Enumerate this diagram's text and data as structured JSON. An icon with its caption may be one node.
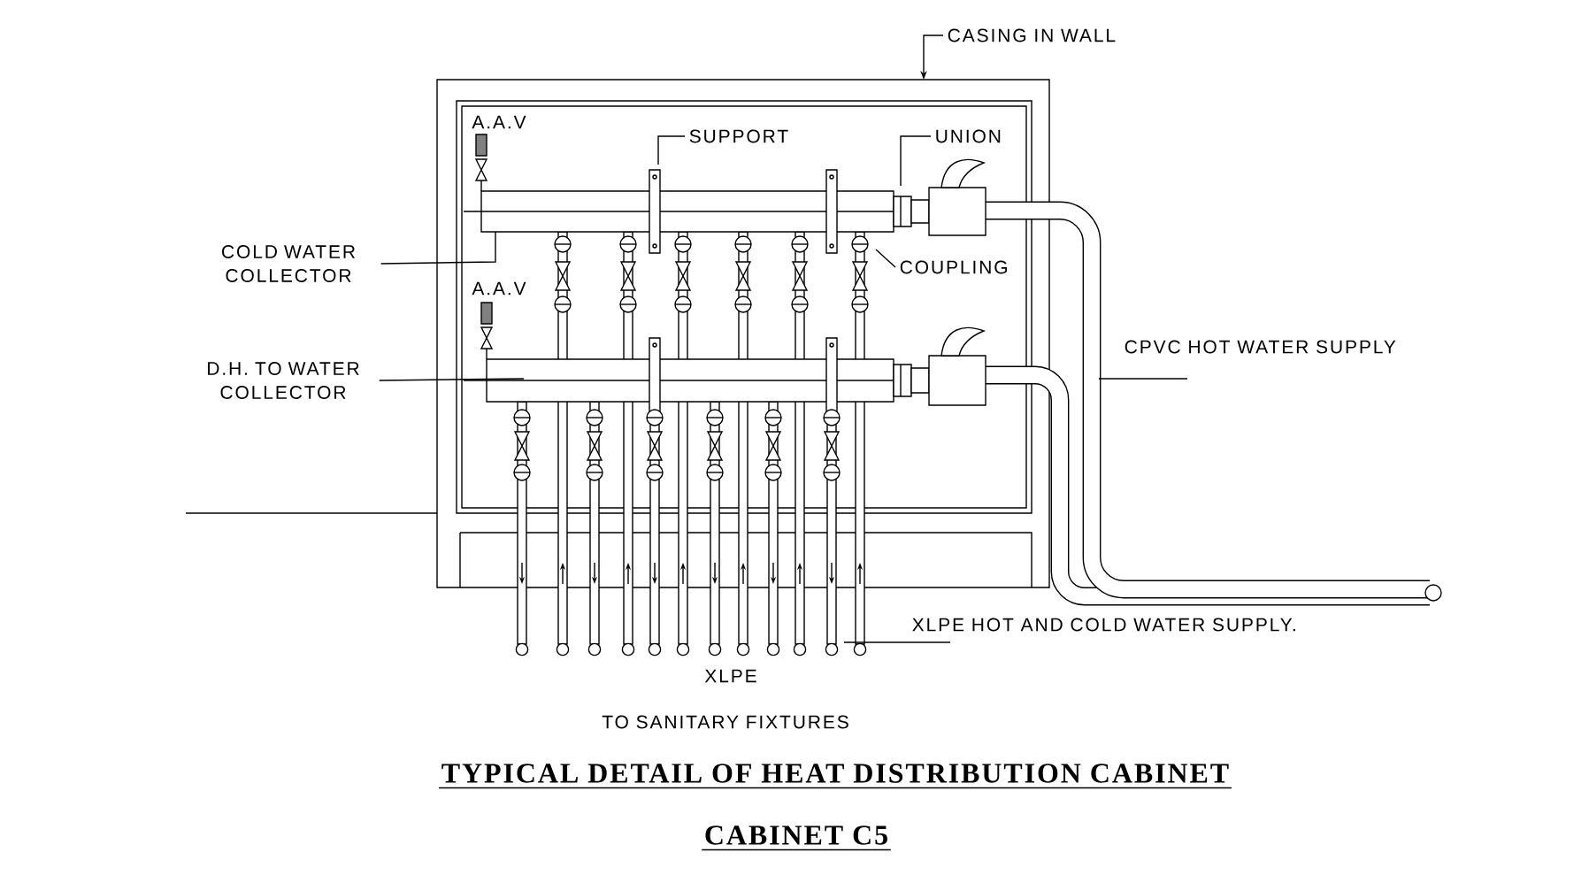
{
  "diagram": {
    "title": "TYPICAL DETAIL OF HEAT DISTRIBUTION CABINET",
    "caption": "CABINET C5",
    "nodes": [
      {
        "text": [
          "CASING IN WALL"
        ]
      },
      {
        "text": [
          "SUPPORT"
        ]
      },
      {
        "text": [
          "UNION"
        ]
      },
      {
        "text": [
          "COLD WATER COLLECTOR"
        ]
      },
      {
        "text": [
          "COUPLING"
        ]
      },
      {
        "text": [
          "CPVC HOT WATER SUPPLY"
        ]
      },
      {
        "text": [
          "D.H. TO WATER COLLECTOR"
        ]
      },
      {
        "text": [
          "XLPE HOT AND COLD WATER SUPPLY."
        ]
      }
    ],
    "edges": [
      {
        "from": 0,
        "to": null,
        "arrow": "to"
      },
      {
        "from": 1,
        "to": null,
        "arrow": "none"
      },
      {
        "from": 2,
        "to": null,
        "arrow": "none"
      },
      {
        "from": 3,
        "to": null,
        "arrow": "none"
      },
      {
        "from": 4,
        "to": null,
        "arrow": "none"
      },
      {
        "from": 5,
        "to": null,
        "arrow": "none"
      },
      {
        "from": 6,
        "to": null,
        "arrow": "none"
      },
      {
        "from": 7,
        "to": null,
        "arrow": "none"
      }
    ],
    "labels": [
      "A.A.V",
      "A.A.V",
      "XLPE",
      "TO SANITARY FIXTURES"
    ]
  }
}
